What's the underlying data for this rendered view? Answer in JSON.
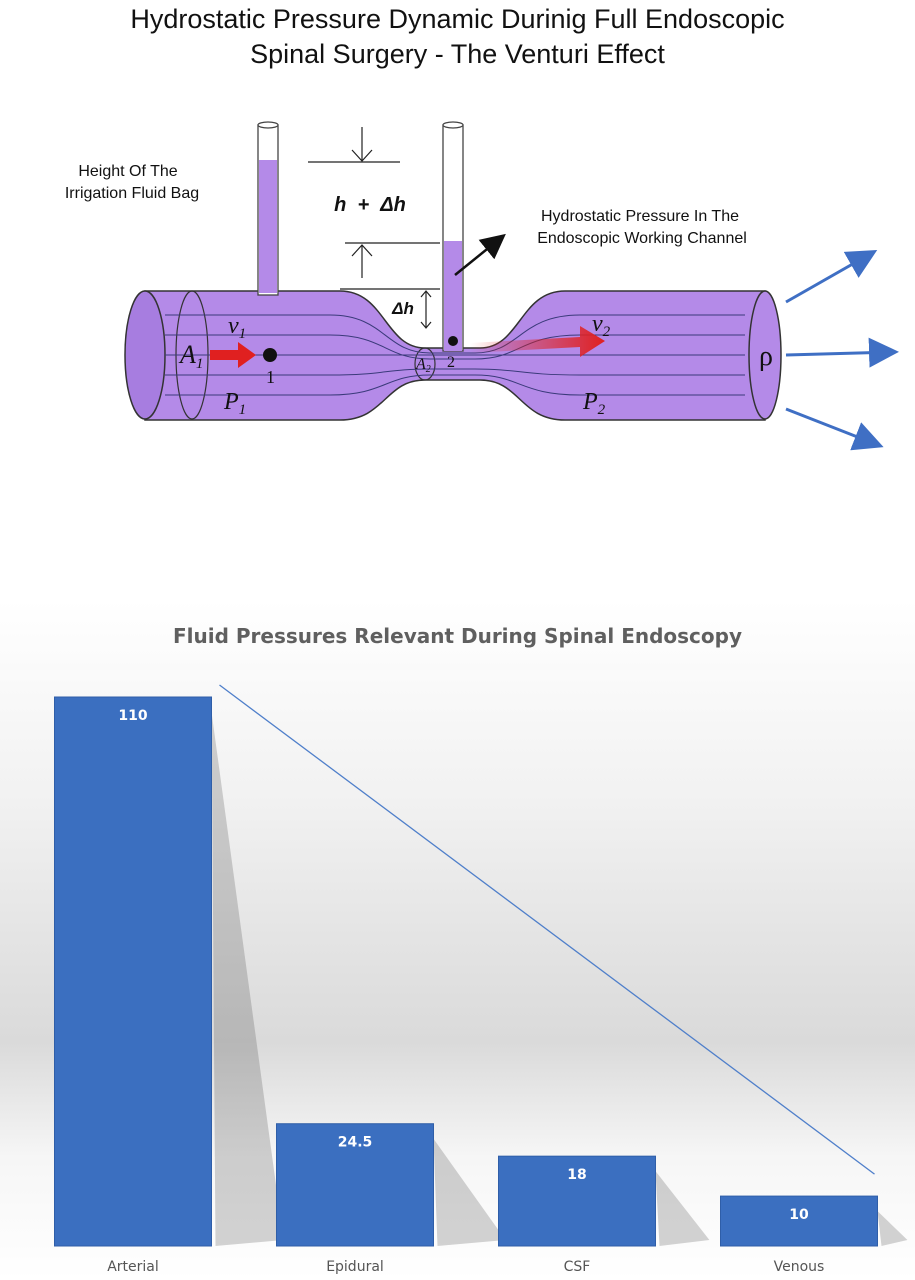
{
  "header": {
    "title_line1": "Hydrostatic Pressure Dynamic Durinig Full Endoscopic",
    "title_line2": "Spinal Surgery - The Venturi Effect"
  },
  "diagram": {
    "label_bag_line1": "Height Of The",
    "label_bag_line2": "Irrigation Fluid Bag",
    "label_channel_line1": "Hydrostatic Pressure In The",
    "label_channel_line2": "Endoscopic Working Channel",
    "label_h_plus_dh": "h  +  Δh",
    "label_dh": "Δh",
    "label_a1": "A",
    "label_a1_sub": "1",
    "label_a2": "A",
    "label_a2_sub": "2",
    "label_v1": "v",
    "label_v1_sub": "1",
    "label_v2": "v",
    "label_v2_sub": "2",
    "label_p1": "P",
    "label_p1_sub": "1",
    "label_p2": "P",
    "label_p2_sub": "2",
    "label_point1": "1",
    "label_point2": "2",
    "label_rho": "ρ",
    "colors": {
      "fluid": "#b48ae8",
      "arrow": "#3f6fc4",
      "flow": "#e02020"
    }
  },
  "chart_data": {
    "type": "bar",
    "title": "Fluid Pressures Relevant During Spinal Endoscopy",
    "categories": [
      "Arterial",
      "Epidural",
      "CSF",
      "Venous"
    ],
    "values": [
      110,
      24.5,
      18,
      10
    ],
    "value_labels": [
      "110",
      "24.5",
      "18",
      "10"
    ],
    "ylim": [
      0,
      110
    ],
    "grid": false,
    "legend": "none",
    "trendline": {
      "type": "linear",
      "from": "Arterial",
      "to": "Venous"
    },
    "colors": {
      "bar": "#3b6fc0",
      "bar_dark": "#2f5ea8",
      "label": "#ffffff",
      "trend": "#4f7fca"
    }
  }
}
